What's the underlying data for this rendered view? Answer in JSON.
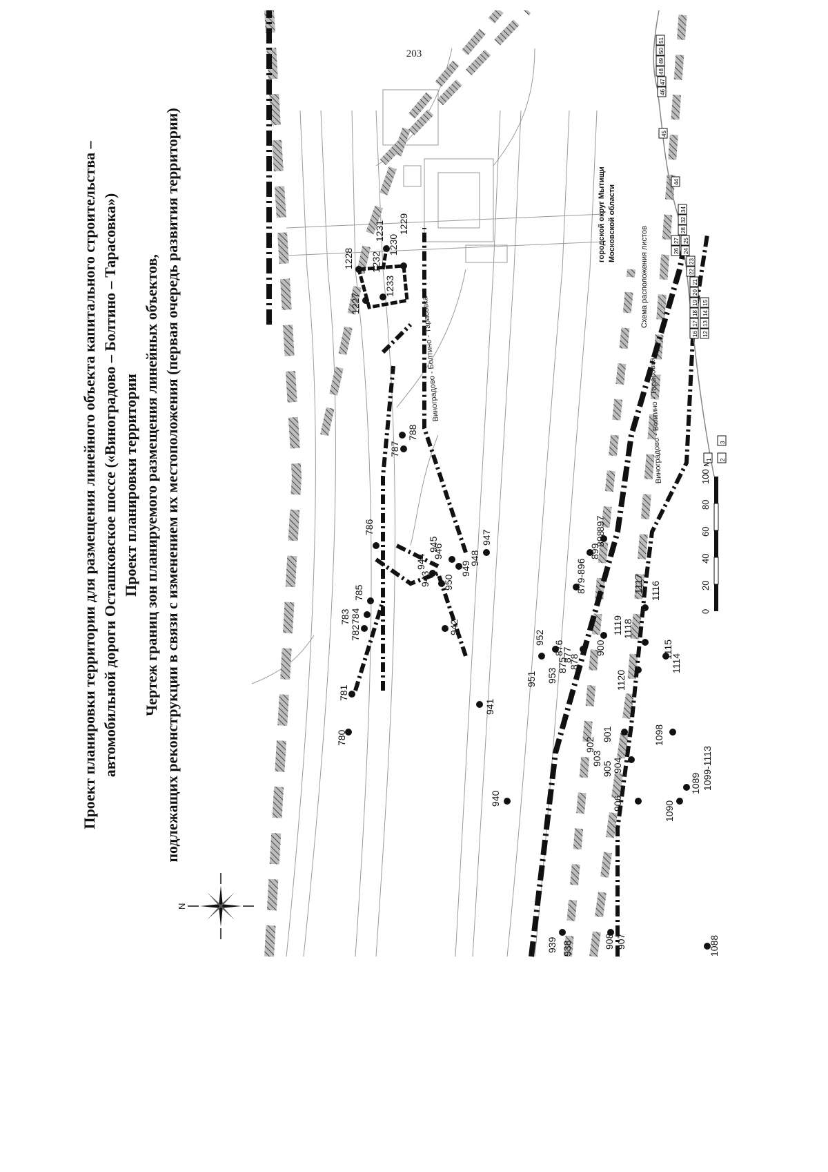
{
  "page_number": "203",
  "title": {
    "line1": "Проект планировки территории для размещения линейного объекта капитального строительства –",
    "line2": "автомобильной дороги Осташковское шоссе («Виноградово – Болтино – Тарасовка»)",
    "line3": "Проект планировки территории",
    "line4": "Чертеж границ зон планируемого размещения линейных объектов,",
    "line5": "подлежащих реконструкции в связи с изменением их местоположения (первая очередь развития территории)"
  },
  "compass": {
    "north_letter": "N"
  },
  "road_labels": [
    "Виноградово - Болтино - Тарасовка",
    "Виноградово - Болтино - Тарасовка"
  ],
  "point_labels": [
    "780",
    "781",
    "782",
    "783",
    "784",
    "785",
    "786",
    "787",
    "788",
    "938",
    "939",
    "940",
    "941",
    "942",
    "943",
    "944",
    "945",
    "946",
    "947",
    "948",
    "949",
    "950",
    "951",
    "952",
    "953",
    "875",
    "876",
    "877",
    "878",
    "879-896",
    "897",
    "898",
    "899",
    "900",
    "901",
    "902",
    "903",
    "904",
    "905",
    "906",
    "907",
    "908",
    "1088",
    "1089",
    "1090",
    "1098",
    "1099-1113",
    "1114",
    "1115",
    "1116",
    "1117",
    "1118",
    "1119",
    "1120",
    "1227",
    "1228",
    "1229",
    "1230",
    "1231",
    "1232",
    "1233"
  ],
  "scale_bar": {
    "ticks": [
      "0",
      "20",
      "40",
      "60",
      "80",
      "100 м"
    ]
  },
  "inset": {
    "title": "Схема расположения листов",
    "region_line1": "городской округ Мытищи",
    "region_line2": "Московской области",
    "sheet_labels": [
      "1",
      "2",
      "3",
      "12",
      "13",
      "14",
      "15",
      "16",
      "17",
      "18",
      "19",
      "20",
      "21",
      "22",
      "23",
      "24",
      "25",
      "26",
      "27",
      "28",
      "32",
      "34",
      "44",
      "45",
      "46",
      "47",
      "48",
      "49",
      "50",
      "51"
    ]
  }
}
